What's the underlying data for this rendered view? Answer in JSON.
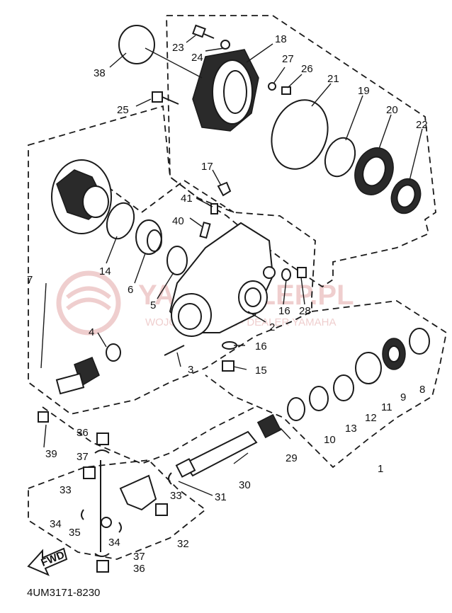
{
  "diagram_code": "4UM3171-8230",
  "direction_label": "FWD",
  "watermark": {
    "title": "YAMASKLEP.PL",
    "subtitle": "WOJCIECHOWICZ - DEALER YAMAHA"
  },
  "part_numbers": {
    "p1": "1",
    "p2": "2",
    "p3": "3",
    "p4": "4",
    "p5": "5",
    "p6": "6",
    "p7": "7",
    "p8": "8",
    "p9": "9",
    "p10": "10",
    "p11": "11",
    "p12": "12",
    "p13": "13",
    "p14": "14",
    "p15": "15",
    "p16a": "16",
    "p16b": "16",
    "p17": "17",
    "p18": "18",
    "p19": "19",
    "p20": "20",
    "p21": "21",
    "p22": "22",
    "p23": "23",
    "p24": "24",
    "p25": "25",
    "p26": "26",
    "p27": "27",
    "p28": "28",
    "p29": "29",
    "p30": "30",
    "p31": "31",
    "p32": "32",
    "p33a": "33",
    "p33b": "33",
    "p34a": "34",
    "p34b": "34",
    "p35": "35",
    "p36a": "36",
    "p36b": "36",
    "p37a": "37",
    "p37b": "37",
    "p38": "38",
    "p39": "39",
    "p40": "40",
    "p41": "41"
  },
  "colors": {
    "line": "#1a1a1a",
    "watermark": "#e3a7a7",
    "background": "#ffffff"
  }
}
